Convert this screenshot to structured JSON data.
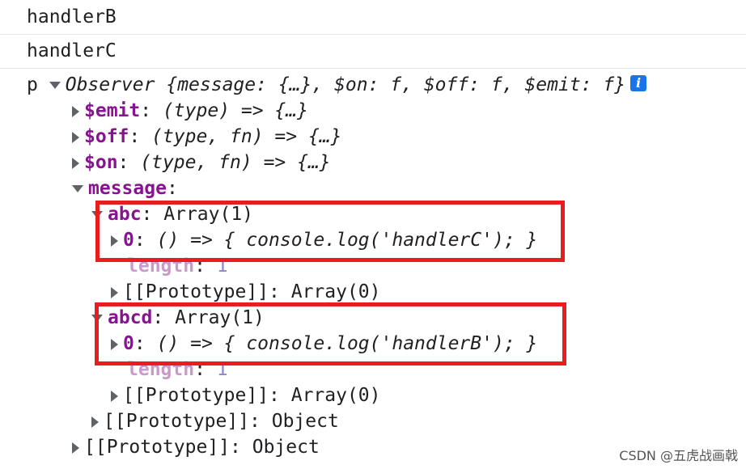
{
  "console": {
    "log1": "handlerB",
    "log2": "handlerC",
    "var_prefix": "p",
    "observer_summary": "Observer {message: {…}, $on: f, $off: f, $emit: f}",
    "info_glyph": "i",
    "emit_key": "$emit",
    "emit_value": "(type) => {…}",
    "off_key": "$off",
    "off_value": "(type, fn) => {…}",
    "on_key": "$on",
    "on_value": "(type, fn) => {…}",
    "message_key": "message",
    "abc_key": "abc",
    "abc_value": "Array(1)",
    "abc_item_key": "0",
    "abc_item_value": "() => { console.log('handlerC'); }",
    "abc_length_key": "length",
    "abc_length_value": "1",
    "abc_proto_key": "[[Prototype]]",
    "abc_proto_value": "Array(0)",
    "abcd_key": "abcd",
    "abcd_value": "Array(1)",
    "abcd_item_key": "0",
    "abcd_item_value": "() => { console.log('handlerB'); }",
    "abcd_length_key": "length",
    "abcd_length_value": "1",
    "abcd_proto_key": "[[Prototype]]",
    "abcd_proto_value": "Array(0)",
    "message_proto_key": "[[Prototype]]",
    "message_proto_value": "Object",
    "observer_proto_key": "[[Prototype]]",
    "observer_proto_value": "Object"
  },
  "watermark": "CSDN @五虎战画戟",
  "colors": {
    "key": "#881391",
    "highlight": "#e81d1d",
    "info_badge": "#1a73e8"
  }
}
